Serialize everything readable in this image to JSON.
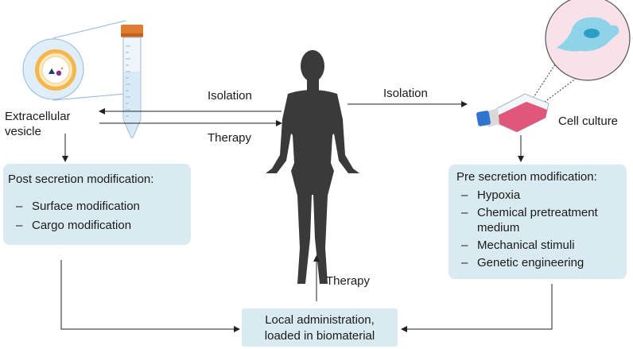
{
  "labels": {
    "extracellular_vesicle": [
      "Extracellular",
      "vesicle"
    ],
    "isolation_left": "Isolation",
    "therapy_left": "Therapy",
    "isolation_right": "Isolation",
    "cell_culture": "Cell culture",
    "therapy_bottom": "Therapy"
  },
  "post_box": {
    "title": "Post secretion modification:",
    "items": [
      "Surface modification",
      "Cargo modification"
    ]
  },
  "pre_box": {
    "title": "Pre secretion modification:",
    "items": [
      {
        "line1": "Hypoxia",
        "line2": ""
      },
      {
        "line1": "Chemical pretreatment",
        "line2": "medium"
      },
      {
        "line1": "Mechanical stimuli",
        "line2": ""
      },
      {
        "line1": "Genetic engineering",
        "line2": ""
      }
    ]
  },
  "local_box": {
    "lines": [
      "Local administration,",
      "loaded in biomaterial"
    ]
  },
  "colors": {
    "box_fill": "#d9ebf1",
    "body_silhouette": "#3a3a3a",
    "tube_cap": "#e07a2e",
    "flask_medium": "#e0577a",
    "flask_cap": "#2f74d0",
    "cell": "#8fd3e8"
  }
}
